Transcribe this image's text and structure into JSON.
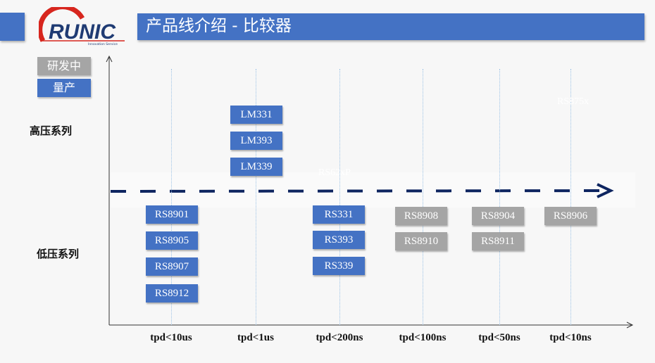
{
  "header": {
    "title": "产品线介绍 - 比较器"
  },
  "logo": {
    "text": "RUNIC",
    "tagline": "Innovation Service"
  },
  "legend": {
    "dev": "研发中",
    "prod": "量产",
    "colors": {
      "dev": "#a5a5a5",
      "prod": "#4472c4"
    }
  },
  "y_labels": {
    "high": "高压系列",
    "low": "低压系列"
  },
  "x_labels": [
    "tpd<10us",
    "tpd<1us",
    "tpd<200ns",
    "tpd<100ns",
    "tpd<50ns",
    "tpd<10ns"
  ],
  "faint_labels": [
    "RS62xP",
    "RS875x"
  ],
  "columns": [
    {
      "high": [],
      "low": [
        {
          "name": "RS8901",
          "status": "prod"
        },
        {
          "name": "RS8905",
          "status": "prod"
        },
        {
          "name": "RS8907",
          "status": "prod"
        },
        {
          "name": "RS8912",
          "status": "prod"
        }
      ]
    },
    {
      "high": [
        {
          "name": "LM331",
          "status": "prod"
        },
        {
          "name": "LM393",
          "status": "prod"
        },
        {
          "name": "LM339",
          "status": "prod"
        }
      ],
      "low": []
    },
    {
      "high": [],
      "low": [
        {
          "name": "RS331",
          "status": "prod"
        },
        {
          "name": "RS393",
          "status": "prod"
        },
        {
          "name": "RS339",
          "status": "prod"
        }
      ]
    },
    {
      "high": [],
      "low": [
        {
          "name": "RS8908",
          "status": "dev"
        },
        {
          "name": "RS8910",
          "status": "dev"
        }
      ]
    },
    {
      "high": [],
      "low": [
        {
          "name": "RS8904",
          "status": "dev"
        },
        {
          "name": "RS8911",
          "status": "dev"
        }
      ]
    },
    {
      "high": [],
      "low": [
        {
          "name": "RS8906",
          "status": "dev"
        }
      ]
    }
  ]
}
